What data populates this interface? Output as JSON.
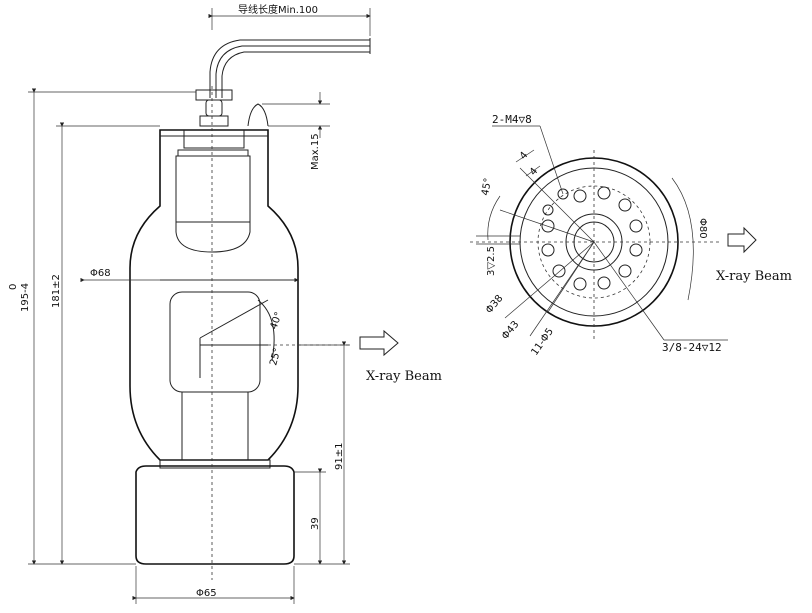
{
  "labels": {
    "lead_length": "导线长度Min.100",
    "max15": "Max.15",
    "h0": "0",
    "h195": "195-4",
    "h181": "181±2",
    "h91": "91±1",
    "h39": "39",
    "d68": "Φ68",
    "d65": "Φ65",
    "a40": "40°",
    "a25": "25°",
    "beam_side": "X-ray Beam",
    "beam_end": "X-ray Beam",
    "m4": "2-M4▽8",
    "n4a": "4",
    "n4b": "4",
    "a45": "45°",
    "d25": "3▽2.5",
    "d38": "Φ38",
    "d43": "Φ43",
    "d11": "11-Φ5",
    "thread": "3/8-24▽12",
    "d80": "Φ80"
  }
}
